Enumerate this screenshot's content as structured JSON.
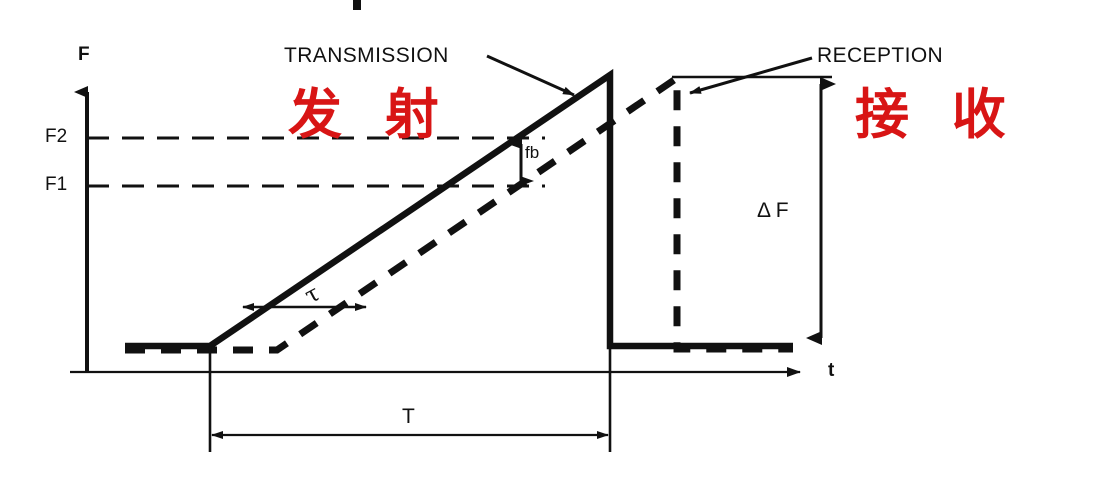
{
  "figure": {
    "kind": "fmcw-radar-timing-diagram",
    "colors": {
      "ink": "#111111",
      "accent_red": "#D81515",
      "background": "#FFFFFF"
    }
  },
  "axes": {
    "y_axis_label": "F",
    "x_axis_label": "t",
    "y_ticks": [
      {
        "label": "F2",
        "value": "F2"
      },
      {
        "label": "F1",
        "value": "F1"
      }
    ]
  },
  "annotations": {
    "transmission_en": "TRANSMISSION",
    "transmission_cn": "发 射",
    "reception_en": "RECEPTION",
    "reception_cn": "接 收",
    "beat_frequency": "fb",
    "delta_f": "Δ F",
    "sweep_period": "T",
    "delay": "τ"
  },
  "chart_data": {
    "type": "line",
    "title": "",
    "xlabel": "t",
    "ylabel": "F",
    "grid": false,
    "legend": [
      "TRANSMISSION",
      "RECEPTION"
    ],
    "legend_position": "inline-annotations",
    "ylim": [
      0,
      1
    ],
    "xlim": [
      0,
      1
    ],
    "ytick_labels": [
      "F1",
      "F2"
    ],
    "ytick_values": [
      0.54,
      0.68
    ],
    "series": [
      {
        "name": "TRANSMISSION",
        "style": "solid",
        "x": [
          0.05,
          0.17,
          0.68,
          0.68,
          0.97
        ],
        "y": [
          0.0,
          0.0,
          1.0,
          0.0,
          0.0
        ]
      },
      {
        "name": "RECEPTION",
        "style": "dashed",
        "x": [
          0.05,
          0.27,
          0.78,
          0.78,
          0.97
        ],
        "y": [
          0.0,
          0.0,
          1.0,
          0.0,
          0.0
        ]
      }
    ],
    "measures": [
      {
        "name": "fb",
        "kind": "vertical-span",
        "from": "F1",
        "to": "F2"
      },
      {
        "name": "Δ F",
        "kind": "vertical-span",
        "from": "baseline",
        "to": "peak"
      },
      {
        "name": "T",
        "kind": "horizontal-span",
        "from": "sweep-start",
        "to": "sweep-end"
      },
      {
        "name": "τ",
        "kind": "horizontal-span",
        "from": "tx-ramp",
        "to": "rx-ramp"
      }
    ]
  }
}
